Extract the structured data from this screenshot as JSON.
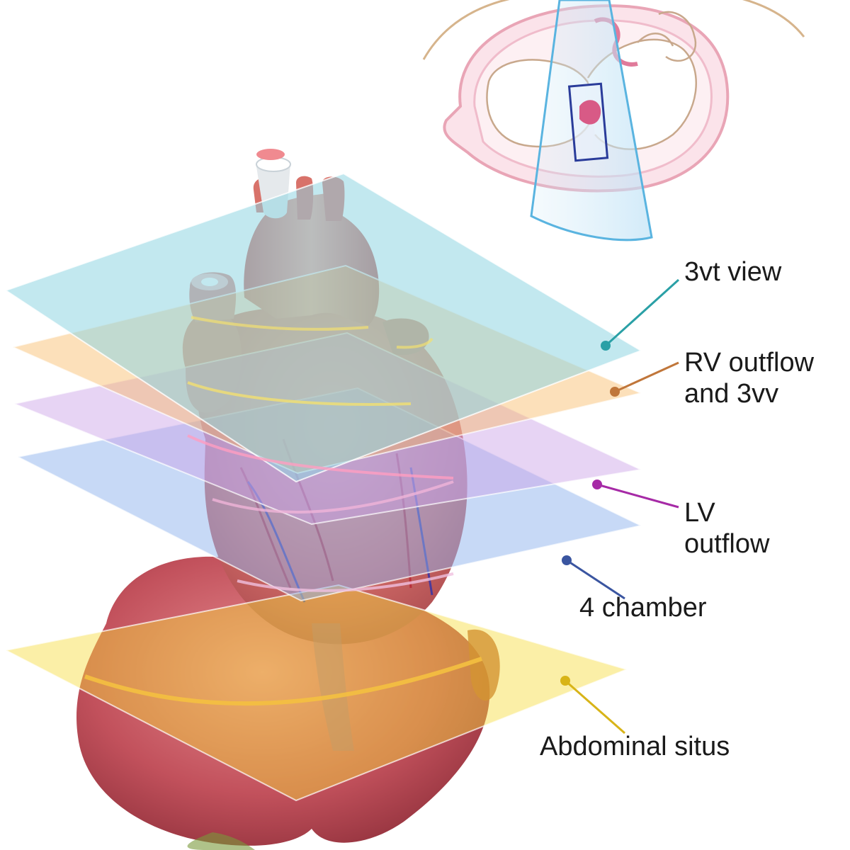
{
  "labels": {
    "three_vt_view": "3vt view",
    "rv_outflow_line1": "RV outflow",
    "rv_outflow_line2": "and 3vv",
    "lv_outflow_line1": "LV",
    "lv_outflow_line2": "outflow",
    "four_chamber": "4 chamber",
    "abdominal_situs": "Abdominal situs"
  },
  "colors": {
    "three_vt_plane": "#8fd6e2",
    "rv_outflow_plane": "#f7b45a",
    "lv_outflow_plane": "#c9a0e6",
    "four_chamber_plane": "#8fb4ee",
    "abdominal_plane": "#f6dc3c",
    "three_vt_leader": "#2aa0a6",
    "rv_outflow_leader": "#c0763a",
    "lv_outflow_leader": "#a62aa6",
    "four_chamber_leader": "#3a55a0",
    "abdominal_leader": "#d8b418",
    "heart_tissue": "#d26b6b",
    "liver_tissue": "#b84a55",
    "uterus_outline": "#e9a5b6",
    "ultrasound_beam": "#5ab4e0"
  }
}
